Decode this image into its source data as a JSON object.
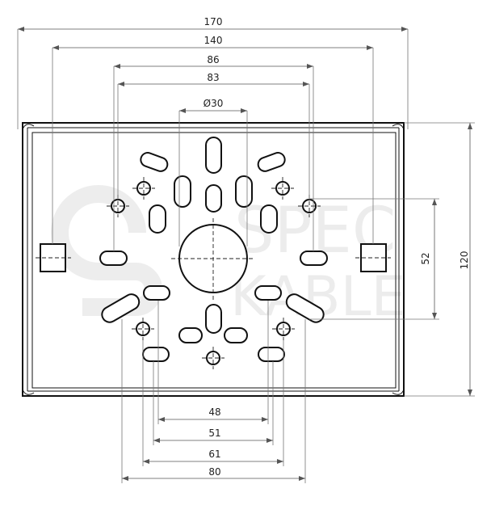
{
  "watermark": {
    "line1": "SPEC",
    "line2": "KABLE",
    "logo": "S-logo-icon"
  },
  "dimensions": {
    "overall_width": "170",
    "bolt_width": "140",
    "outer_slots": "86",
    "outer_holes": "83",
    "center_hole": "Ø30",
    "height_total": "120",
    "side_height": "52",
    "lower_48": "48",
    "lower_51": "51",
    "lower_61": "61",
    "lower_80": "80"
  },
  "colors": {
    "line": "#111111",
    "dimension": "#555555",
    "background": "#ffffff"
  }
}
